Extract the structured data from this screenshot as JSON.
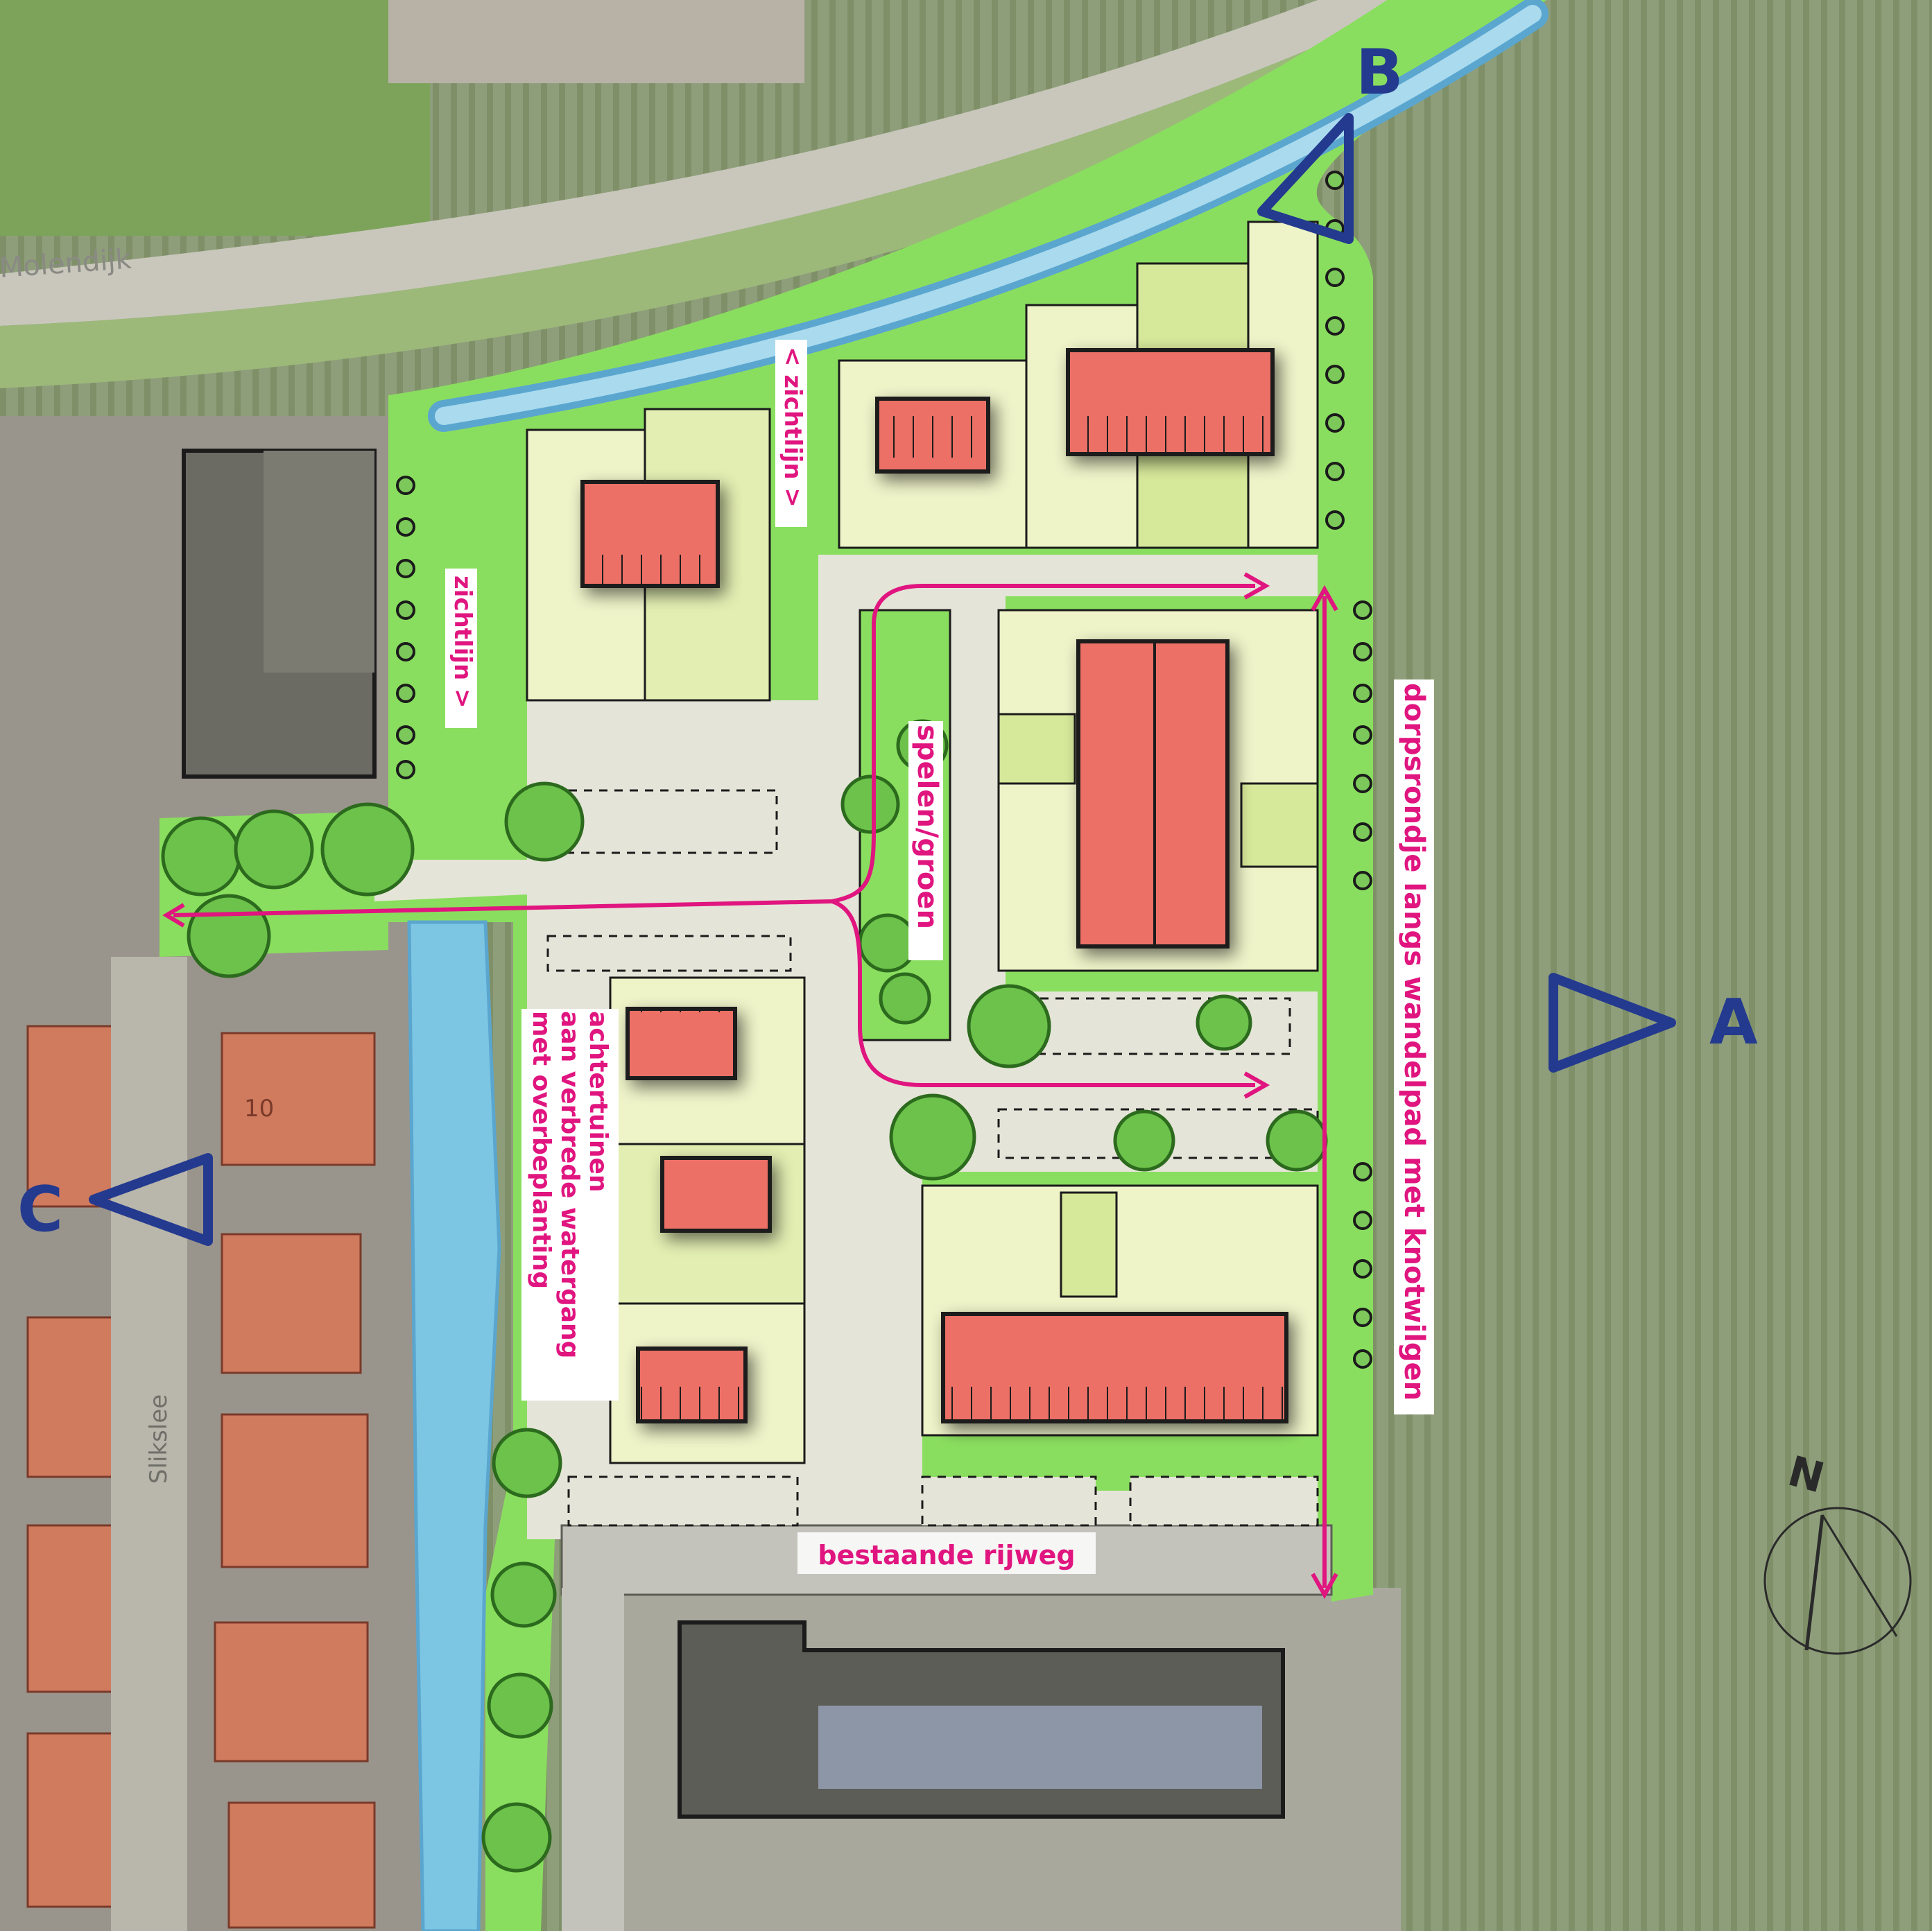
{
  "map": {
    "colors": {
      "field": "#8e9e7a",
      "field_row": "#7f9068",
      "grass": "#8ade5f",
      "grass_dark": "#5fb83c",
      "lot": "#eef3c8",
      "lot_alt": "#d6e89a",
      "paving": "#e5e4d8",
      "water": "#7cc6e3",
      "water_edge": "#5aa6cf",
      "road": "#bdbdb4",
      "roof": "#ec6f66",
      "tree": "#6cc24a",
      "tree_dark": "#3d8f2a",
      "route": "#e0157f",
      "marker": "#243a8f",
      "outline": "#1b1b1b"
    },
    "street_names": [
      "Molendijk",
      "Slikslee"
    ],
    "house_numbers": [
      "10"
    ],
    "labels": {
      "zichtlijn_top": "< zichtlijn >",
      "zichtlijn_left": "zichtlijn >",
      "spelen_groen": "spelen/groen",
      "dorpsrondje": "dorpsrondje langs wandelpad met knotwilgen",
      "achtertuinen_1": "achtertuinen",
      "achtertuinen_2": "aan verbrede watergang",
      "achtertuinen_3": "met overbeplanting",
      "bestaande_rijweg": "bestaande rijweg"
    },
    "viewpoints": {
      "a": "A",
      "b": "B",
      "c": "C"
    },
    "north": "N"
  }
}
